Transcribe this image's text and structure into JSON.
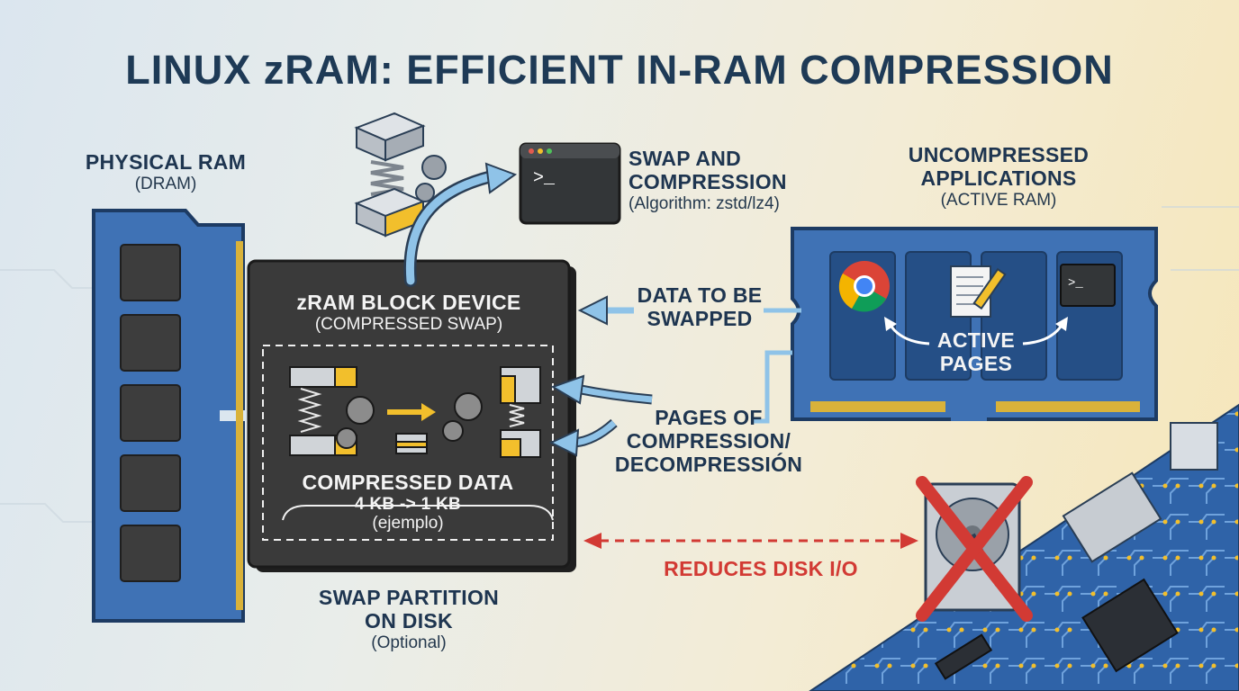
{
  "title": "LINUX zRAM: EFFICIENT IN-RAM COMPRESSION",
  "physical_ram": {
    "title": "PHYSICAL RAM",
    "subtitle": "(DRAM)"
  },
  "zram_device": {
    "title": "zRAM BLOCK DEVICE",
    "subtitle": "(COMPRESSED SWAP)",
    "data_title": "COMPRESSED DATA",
    "ratio": "4 KB -> 1 KB",
    "note": "(ejemplo)"
  },
  "swap_compression": {
    "title_1": "SWAP AND",
    "title_2": "COMPRESSION",
    "algorithm": "(Algorithm: zstd/lz4)",
    "terminal_prompt": ">_"
  },
  "uncompressed_apps": {
    "title_1": "UNCOMPRESSED",
    "title_2": "APPLICATIONS",
    "subtitle": "(ACTIVE RAM)",
    "active_1": "ACTIVE",
    "active_2": "PAGES",
    "terminal_prompt": ">_"
  },
  "data_to_swap": {
    "line_1": "DATA TO BE",
    "line_2": "SWAPPED"
  },
  "pages_compression": {
    "line_1": "PAGES OF",
    "line_2": "COMPRESSION/",
    "line_3": "DECOMPRESSIÓN"
  },
  "swap_partition": {
    "line_1": "SWAP PARTITION",
    "line_2": "ON DISK",
    "subtitle": "(Optional)"
  },
  "reduces_io": "REDUCES DISK I/O",
  "colors": {
    "title": "#1e3a56",
    "ram_blue": "#3f72b5",
    "device_dark": "#3a3a3a",
    "arrow_blue": "#8fc3e8",
    "accent_yellow": "#f2bf2c",
    "warning_red": "#d23a34"
  },
  "icons": [
    "ram-stick-icon",
    "spring-gears-icon",
    "terminal-icon",
    "chrome-icon",
    "document-pencil-icon",
    "hard-disk-icon",
    "circuit-board-icon"
  ]
}
